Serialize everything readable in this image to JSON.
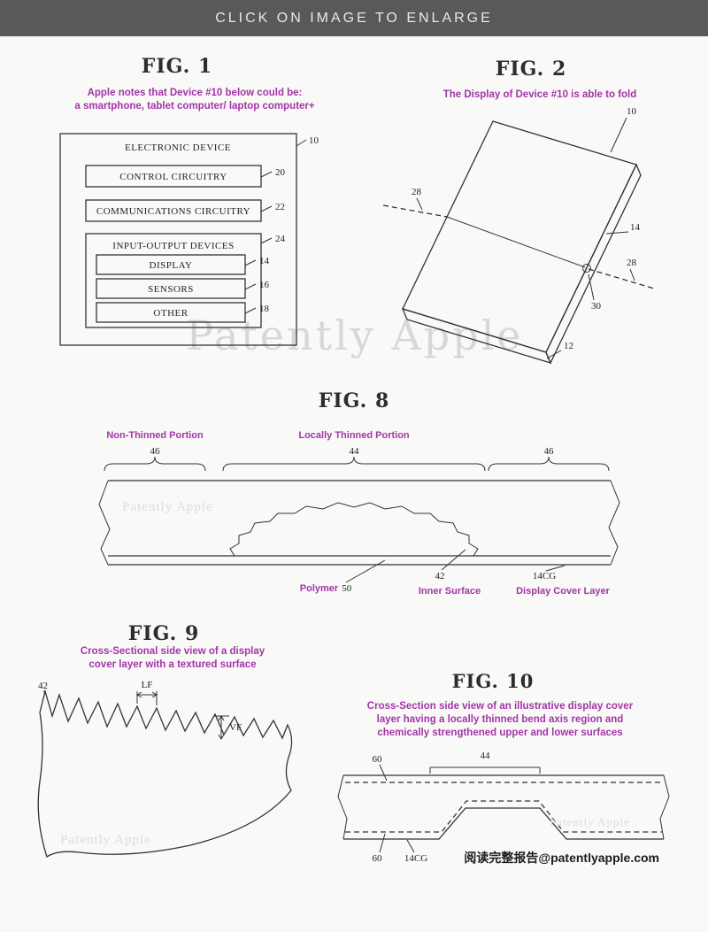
{
  "banner": {
    "text": "CLICK ON IMAGE TO ENLARGE"
  },
  "watermarks": {
    "large": "Patently Apple",
    "fig8": "Patently Apple",
    "fig9": "Patently Apple",
    "fig10": "Patently Apple"
  },
  "colors": {
    "caption_purple": "#a335a8",
    "banner_bg": "#59595b",
    "watermark_gray": "#d7d7d7"
  },
  "fig1": {
    "title": "FIG. 1",
    "caption_line1": "Apple notes that Device #10 below could be:",
    "caption_line2": "a smartphone, tablet computer/ laptop computer+",
    "device_label": "ELECTRONIC DEVICE",
    "device_ref": "10",
    "boxes": [
      {
        "label": "CONTROL CIRCUITRY",
        "ref": "20"
      },
      {
        "label": "COMMUNICATIONS CIRCUITRY",
        "ref": "22"
      }
    ],
    "io": {
      "label": "INPUT-OUTPUT DEVICES",
      "ref": "24",
      "items": [
        {
          "label": "DISPLAY",
          "ref": "14"
        },
        {
          "label": "SENSORS",
          "ref": "16"
        },
        {
          "label": "OTHER",
          "ref": "18"
        }
      ]
    }
  },
  "fig2": {
    "title": "FIG. 2",
    "caption": "The Display of Device #10 is able to fold",
    "refs": {
      "device": "10",
      "axis_left": "28",
      "display": "14",
      "axis_right": "28",
      "fold_point": "30",
      "housing": "12"
    }
  },
  "fig8": {
    "title": "FIG. 8",
    "region_left_label": "Non-Thinned Portion",
    "region_center_label": "Locally Thinned Portion",
    "region_left_ref": "46",
    "region_center_ref": "44",
    "region_right_ref": "46",
    "polymer_label": "Polymer",
    "polymer_ref": "50",
    "inner_surface_ref": "42",
    "inner_surface_label": "Inner Surface",
    "cover_ref": "14CG",
    "cover_label": "Display Cover Layer"
  },
  "fig9": {
    "title": "FIG. 9",
    "caption_line1": "Cross-Sectional side view of a display",
    "caption_line2": "cover layer with a textured surface",
    "refs": {
      "surface": "42",
      "lf": "LF",
      "vf": "VF"
    }
  },
  "fig10": {
    "title": "FIG. 10",
    "caption_line1": "Cross-Section side view of an illustrative display cover",
    "caption_line2": "layer having a locally thinned bend axis region and",
    "caption_line3": "chemically strengthened upper and lower surfaces",
    "refs": {
      "top_surface": "60",
      "thinned_region": "44",
      "bottom_surface": "60",
      "cover": "14CG"
    }
  },
  "footer": {
    "text": "阅读完整报告@patentlyapple.com"
  }
}
